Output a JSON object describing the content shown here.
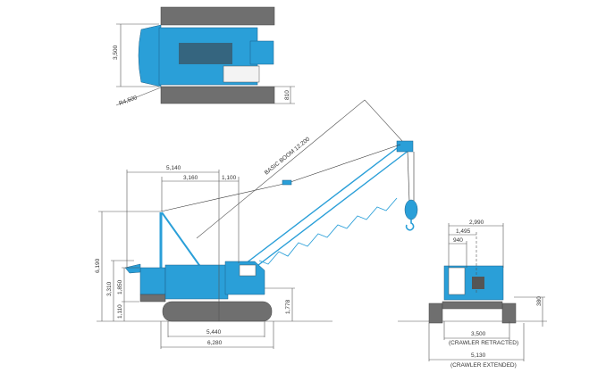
{
  "colors": {
    "body": "#2a9fd8",
    "crawler": "#6f6f6f",
    "dimension_lines": "#555555"
  },
  "top_view": {
    "width_label": "3,500",
    "track_width_label": "810",
    "tail_radius_label": "R4,500"
  },
  "side_view": {
    "boom_label": "BASIC BOOM 12.200",
    "dims": {
      "mast_reach": "5,140",
      "mast_to_center": "3,160",
      "center_to_boom_foot": "1,100",
      "overall_height": "6,190",
      "cab_height": "3,310",
      "counterweight_height": "1,850",
      "counterweight_clearance": "1,110",
      "boom_foot_height": "1,778",
      "tumbler_distance": "5,440",
      "crawler_length": "6,280"
    }
  },
  "rear_view": {
    "dims": {
      "upper_width": "2,990",
      "half_width": "1,495",
      "cab_width": "940",
      "ground_clearance": "380",
      "retracted_width": "3,500",
      "retracted_caption": "(CRAWLER RETRACTED)",
      "extended_width": "5,130",
      "extended_caption": "(CRAWLER EXTENDED)"
    }
  }
}
